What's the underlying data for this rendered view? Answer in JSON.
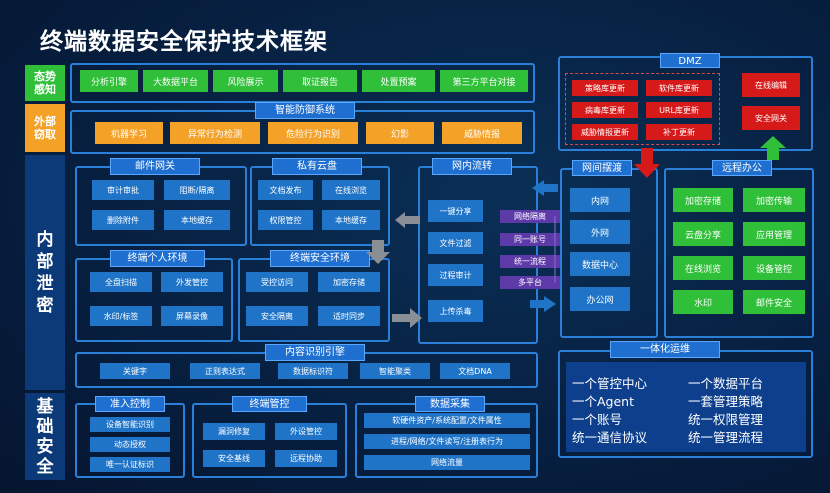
{
  "title": "终端数据安全保护技术框架",
  "categories": {
    "perception": "态势\n感知",
    "external": "外部\n窃取",
    "internal": "内\n部\n泄\n密",
    "basic": "基\n础\n安\n全"
  },
  "perception_items": [
    "分析引擎",
    "大数据平台",
    "风险展示",
    "取证报告",
    "处置预案",
    "第三方平台对接"
  ],
  "defense": {
    "header": "智能防御系统",
    "items": [
      "机器学习",
      "异常行为检测",
      "危险行为识别",
      "幻影",
      "威胁情报"
    ]
  },
  "mail": {
    "header": "邮件网关",
    "items": [
      "审计审批",
      "阻断/隔离",
      "删除附件",
      "本地缓存"
    ]
  },
  "cloud": {
    "header": "私有云盘",
    "items": [
      "文档发布",
      "在线浏览",
      "权限管控",
      "本地缓存"
    ]
  },
  "flow": {
    "header": "网内流转",
    "items": [
      "一键分享",
      "文件过滤",
      "过程审计",
      "上传杀毒"
    ]
  },
  "personal": {
    "header": "终端个人环境",
    "items": [
      "全盘扫描",
      "外发管控",
      "水印/标签",
      "屏幕录像"
    ]
  },
  "secure_env": {
    "header": "终端安全环境",
    "items": [
      "受控访问",
      "加密存储",
      "安全隔离",
      "适时同步"
    ]
  },
  "pills": [
    "网络隔离",
    "同一账号",
    "统一流程",
    "多平台"
  ],
  "dmz": {
    "header": "DMZ",
    "items": [
      "策略库更新",
      "软件库更新",
      "病毒库更新",
      "URL库更新",
      "威胁情报更新",
      "补丁更新"
    ],
    "right": [
      "在线编辑",
      "安全网关"
    ]
  },
  "network": {
    "header": "网间摆渡",
    "items": [
      "内网",
      "外网",
      "数据中心",
      "办公网"
    ]
  },
  "remote": {
    "header": "远程办公",
    "items": [
      "加密存储",
      "加密传输",
      "云盘分享",
      "应用管理",
      "在线浏览",
      "设备管控",
      "水印",
      "邮件安全"
    ]
  },
  "content": {
    "header": "内容识别引擎",
    "items": [
      "关键字",
      "正则表达式",
      "数据标识符",
      "智能聚类",
      "文档DNA"
    ]
  },
  "ops": {
    "header": "一体化运维",
    "lines": [
      [
        "一个管控中心",
        "一个数据平台"
      ],
      [
        "一个Agent",
        "一套管理策略"
      ],
      [
        "一个账号",
        "统一权限管理"
      ],
      [
        "统一通信协议",
        "统一管理流程"
      ]
    ]
  },
  "access": {
    "header": "准入控制",
    "items": [
      "设备智能识别",
      "动态授权",
      "唯一认证标识"
    ]
  },
  "terminal": {
    "header": "终端管控",
    "items": [
      "漏洞修复",
      "外设管控",
      "安全基线",
      "远程协助"
    ]
  },
  "collect": {
    "header": "数据采集",
    "items": [
      "软硬件资产/系统配置/文件属性",
      "进程/网络/文件读写/注册表行为",
      "网络流量"
    ]
  },
  "colors": {
    "green": "#2fbf38",
    "orange": "#f4a127",
    "blue": "#1f74c8",
    "red": "#d61a1a",
    "purple": "#5d3aa8",
    "border": "#2a7fd8"
  }
}
